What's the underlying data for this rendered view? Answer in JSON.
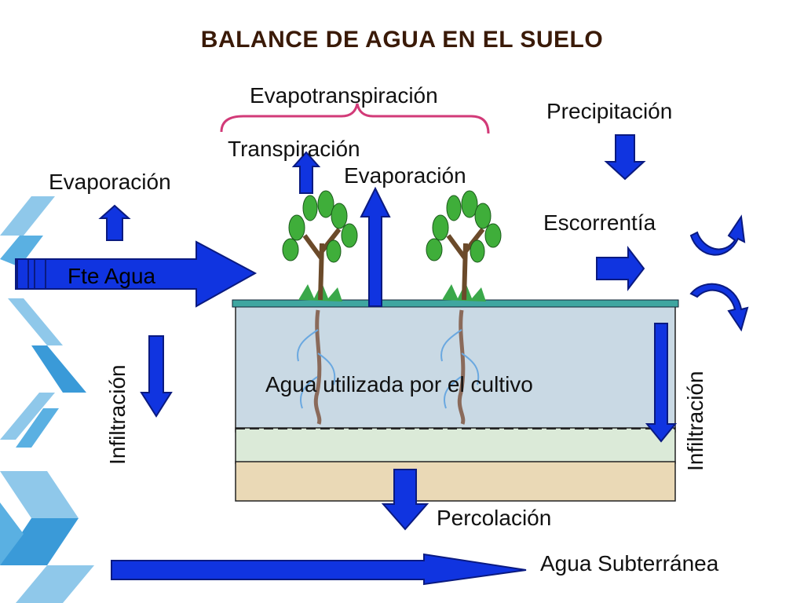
{
  "title": "BALANCE DE AGUA EN EL SUELO",
  "labels": {
    "evapotranspiracion": "Evapotranspiración",
    "precipitacion": "Precipitación",
    "transpiracion": "Transpiración",
    "evaporacion_left": "Evaporación",
    "evaporacion_center": "Evaporación",
    "escorrentia": "Escorrentía",
    "fte_agua": "Fte Agua",
    "infiltracion_left": "Infiltración",
    "infiltracion_right": "Infiltración",
    "agua_utilizada": "Agua utilizada por el cultivo",
    "percolacion": "Percolación",
    "agua_subterranea": "Agua Subterránea"
  },
  "colors": {
    "arrow_fill": "#1034e0",
    "arrow_stroke": "#0a1a80",
    "title": "#3a1a08",
    "brace": "#d23a78",
    "soil_top": "#c9d9e4",
    "soil_mid": "#dbead8",
    "soil_bottom": "#ead9b6",
    "soil_surface": "#3fa6a0",
    "chevron_light": "#8fc8ea",
    "chevron_dark": "#3a9ad8"
  }
}
